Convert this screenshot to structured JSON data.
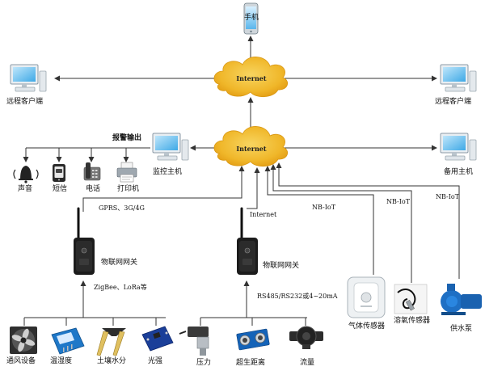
{
  "cloud_top": {
    "label": "Internet"
  },
  "cloud_mid": {
    "label": "Internet"
  },
  "phone": {
    "label": "手机"
  },
  "remote_left": {
    "label": "远程客户端"
  },
  "remote_right": {
    "label": "远程客户端"
  },
  "monitor_host": {
    "label": "监控主机"
  },
  "backup_host": {
    "label": "备用主机"
  },
  "alarm": {
    "title": "报警输出",
    "outputs": [
      "声音",
      "短信",
      "电话",
      "打印机"
    ]
  },
  "gateway_left": {
    "label": "物联网网关",
    "uplink": "GPRS、3G/4G",
    "downlink": "ZigBee、LoRa等"
  },
  "gateway_right": {
    "label": "物联网网关",
    "uplink": "Internet",
    "downlink": "RS485/RS232或4~20mA"
  },
  "sensors_left": [
    "通风设备",
    "温湿度",
    "土壤水分",
    "光强"
  ],
  "sensors_right": [
    "压力",
    "超生距离",
    "流量"
  ],
  "nb_devices": [
    "气体传感器",
    "溶氧传感器",
    "供水泵"
  ],
  "nb_label": "NB-IoT"
}
